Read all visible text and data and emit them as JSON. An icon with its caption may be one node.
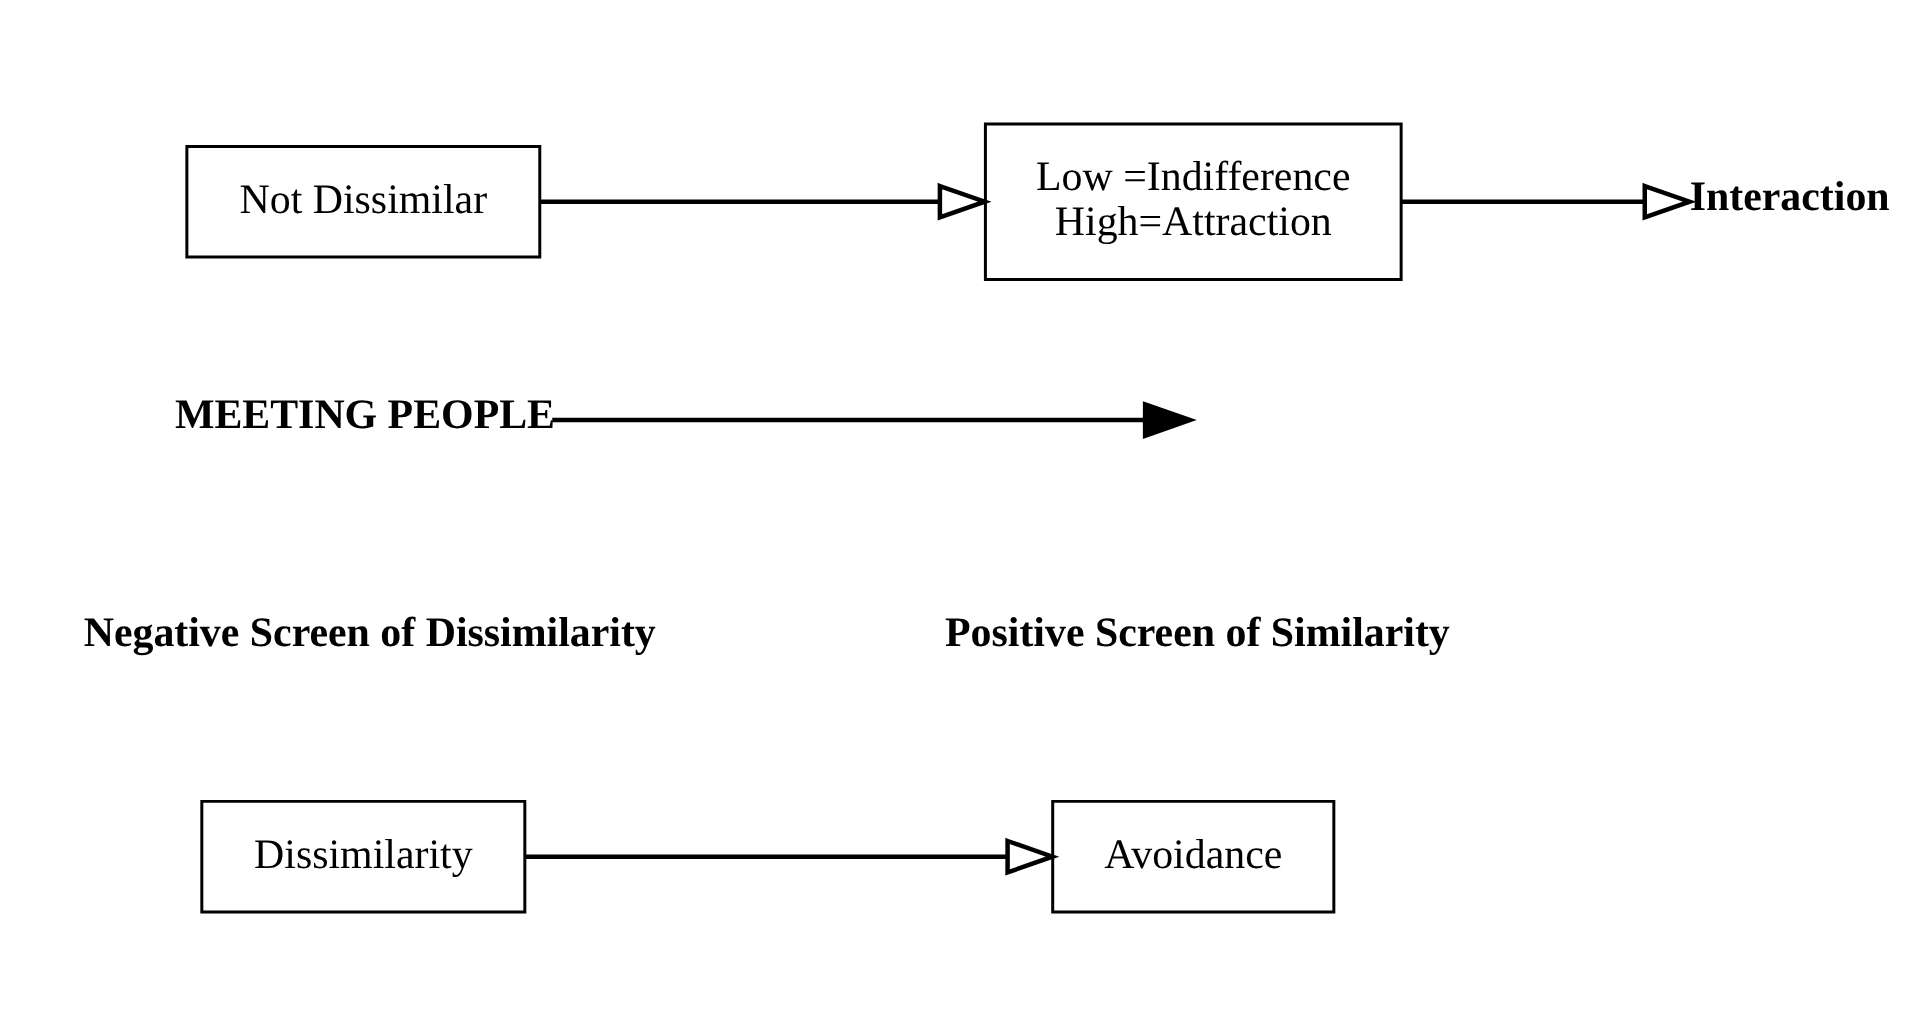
{
  "diagram": {
    "nodes": [
      {
        "text": [
          "MEETING PEOPLE"
        ]
      },
      {
        "text": [
          "Dissimilarity"
        ]
      },
      {
        "text": [
          "Not Dissimilar"
        ]
      },
      {
        "text": [
          "Avoidance"
        ]
      },
      {
        "text": [
          "Low =Indifference",
          "High=Attraction"
        ]
      },
      {
        "text": [
          "Interaction"
        ]
      }
    ],
    "edges": [
      {
        "from": 0,
        "to": null,
        "arrow": "to"
      },
      {
        "from": 1,
        "to": 3,
        "arrow": "to"
      },
      {
        "from": 2,
        "to": 4,
        "arrow": "to"
      },
      {
        "from": 4,
        "to": 5,
        "arrow": "to"
      }
    ],
    "labels": [
      "Negative Screen of Dissimilarity",
      "Positive Screen of Similarity"
    ]
  }
}
